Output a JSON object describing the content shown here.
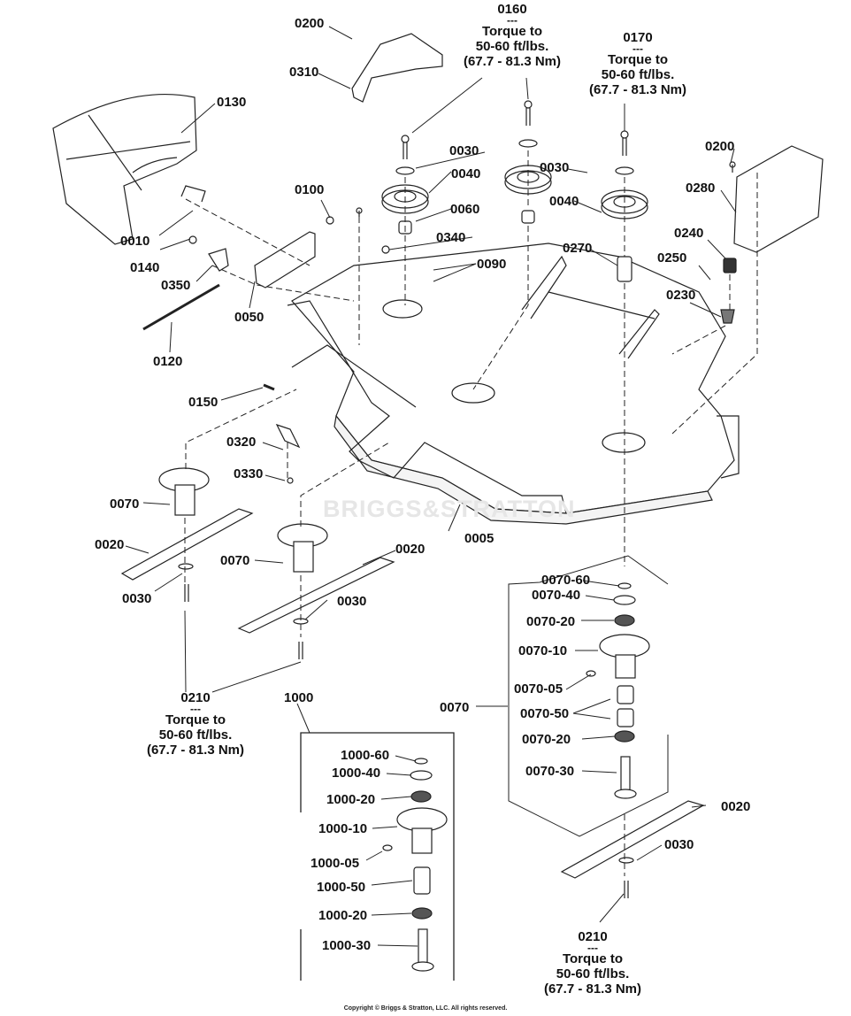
{
  "diagram": {
    "type": "exploded-parts-diagram",
    "subject": "Mower deck assembly",
    "watermark": "BRIGGS&STRATTON",
    "copyright": "Copyright © Briggs & Stratton, LLC. All rights reserved.",
    "torque_note": {
      "separator": "---",
      "line1": "Torque to",
      "line2": "50-60 ft/lbs.",
      "line3": "(67.7 - 81.3 Nm)"
    },
    "callouts": {
      "p0200a": "0200",
      "p0310": "0310",
      "p0160": "0160",
      "p0170": "0170",
      "p0130": "0130",
      "p0030a": "0030",
      "p0040a": "0040",
      "p0060": "0060",
      "p0340": "0340",
      "p0090": "0090",
      "p0030b": "0030",
      "p0040b": "0040",
      "p0270": "0270",
      "p0200b": "0200",
      "p0280": "0280",
      "p0240": "0240",
      "p0250": "0250",
      "p0230": "0230",
      "p0100": "0100",
      "p0010": "0010",
      "p0140": "0140",
      "p0350": "0350",
      "p0050": "0050",
      "p0120": "0120",
      "p0150": "0150",
      "p0320": "0320",
      "p0330": "0330",
      "p0070a": "0070",
      "p0020a": "0020",
      "p0030c": "0030",
      "p0070b": "0070",
      "p0020b": "0020",
      "p0030d": "0030",
      "p0005": "0005",
      "p0210a": "0210",
      "p1000": "1000",
      "p0070c": "0070",
      "p0020c": "0020",
      "p0030e": "0030",
      "p0210b": "0210"
    },
    "spindle_0070_parts": [
      "0070-60",
      "0070-40",
      "0070-20",
      "0070-10",
      "0070-05",
      "0070-50",
      "0070-20",
      "0070-30"
    ],
    "spindle_1000_parts": [
      "1000-60",
      "1000-40",
      "1000-20",
      "1000-10",
      "1000-05",
      "1000-50",
      "1000-20",
      "1000-30"
    ]
  }
}
